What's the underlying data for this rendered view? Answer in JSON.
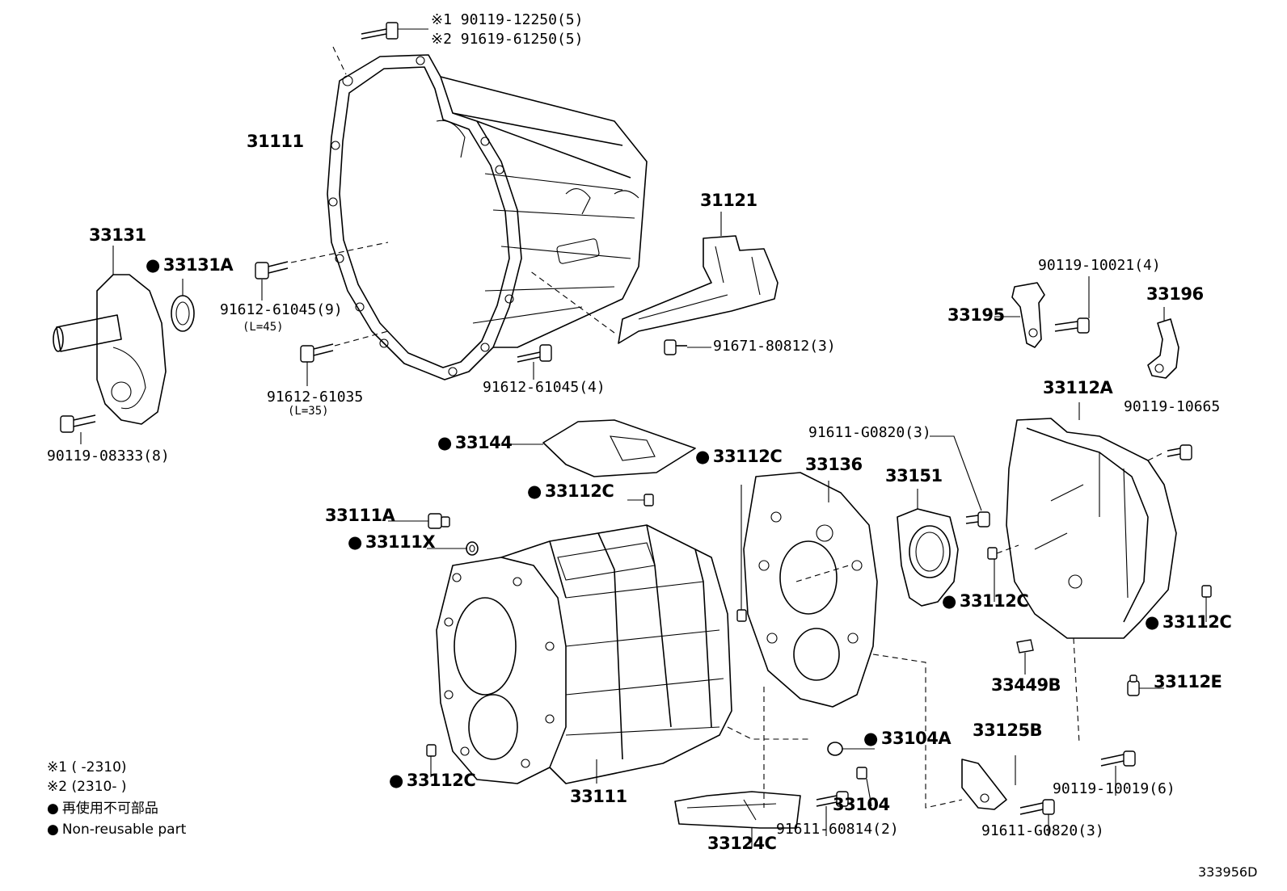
{
  "labels": {
    "note_bolt_a": "※1 90119-12250(5)",
    "note_bolt_b": "※2 91619-61250(5)",
    "p31111": "31111",
    "p31121": "31121",
    "p33131": "33131",
    "p33131A": "33131A",
    "p91612_61045_9": "91612-61045(9)",
    "p91612_61045_9_len": "(L=45)",
    "p91612_61035": "91612-61035",
    "p91612_61035_len": "(L=35)",
    "p91612_61045_4": "91612-61045(4)",
    "p91671_80812": "91671-80812(3)",
    "p90119_08333": "90119-08333(8)",
    "p90119_10021": "90119-10021(4)",
    "p33195": "33195",
    "p33196": "33196",
    "p33112A": "33112A",
    "p90119_10665": "90119-10665",
    "p91611_G0820_top": "91611-G0820(3)",
    "p33144": "33144",
    "p33112C_a": "33112C",
    "p33136": "33136",
    "p33151": "33151",
    "p33112C_b": "33112C",
    "p33111A": "33111A",
    "p33111X": "33111X",
    "p33112C_c": "33112C",
    "p33112C_d": "33112C",
    "p33449B": "33449B",
    "p33112E": "33112E",
    "p33104A": "33104A",
    "p33125B": "33125B",
    "p90119_10019": "90119-10019(6)",
    "p33112C_e": "33112C",
    "p33111": "33111",
    "p33104": "33104",
    "p91611_60814": "91611-60814(2)",
    "p91611_G0820_bot": "91611-G0820(3)",
    "p33124C": "33124C",
    "diagram_id": "333956D"
  },
  "legend": {
    "note1": "※1 (        -2310)",
    "note2": "※2 (2310-        )",
    "non_reusable_jp": "再使用不可部品",
    "non_reusable_en": "Non-reusable part"
  }
}
